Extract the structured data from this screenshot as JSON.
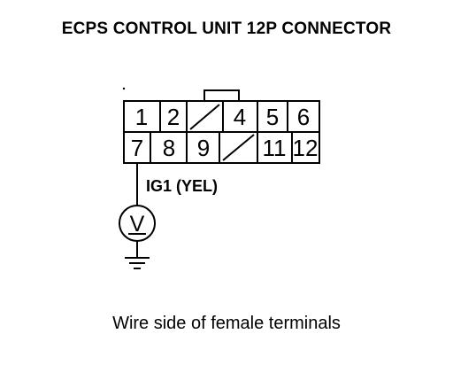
{
  "title": "ECPS CONTROL UNIT 12P CONNECTOR",
  "connector": {
    "top_row": [
      "1",
      "2",
      "",
      "4",
      "5",
      "6"
    ],
    "bottom_row": [
      "7",
      "8",
      "9",
      "",
      "11",
      "12"
    ]
  },
  "wire_label": "IG1 (YEL)",
  "meter_symbol": "V",
  "caption": "Wire side of female terminals"
}
